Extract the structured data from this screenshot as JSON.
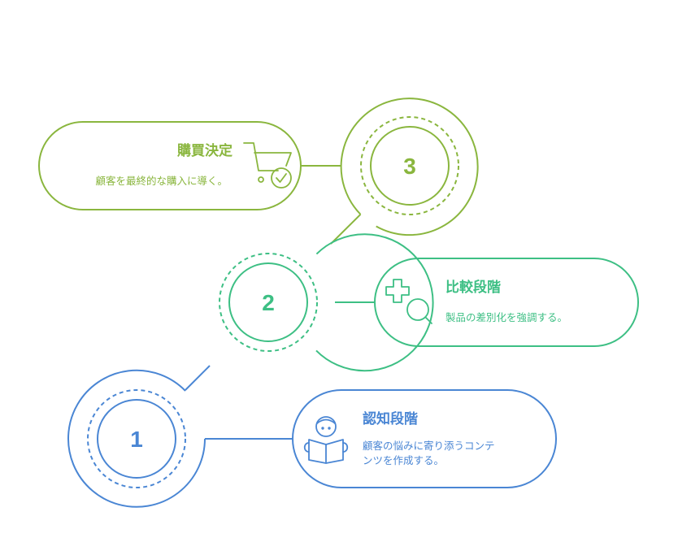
{
  "colors": {
    "stage1": "#4a86d4",
    "stage2": "#3dbf84",
    "stage3": "#8ab63e"
  },
  "stages": [
    {
      "number": "1",
      "title": "認知段階",
      "description_line1": "顧客の悩みに寄り添うコンテ",
      "description_line2": "ンツを作成する。",
      "icon": "reading-person-icon"
    },
    {
      "number": "2",
      "title": "比較段階",
      "description_line1": "製品の差別化を強調する。",
      "icon": "plus-magnifier-icon"
    },
    {
      "number": "3",
      "title": "購買決定",
      "description_line1": "顧客を最終的な購入に導く。",
      "icon": "cart-check-icon"
    }
  ]
}
